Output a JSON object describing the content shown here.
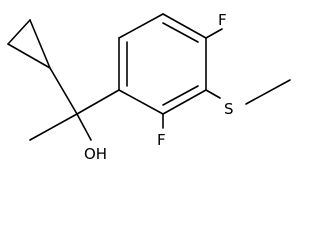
{
  "molecule": {
    "atoms": {
      "fluorine_top": "F",
      "fluorine_bottom": "F",
      "sulfur": "S",
      "hydroxyl": "OH"
    }
  }
}
